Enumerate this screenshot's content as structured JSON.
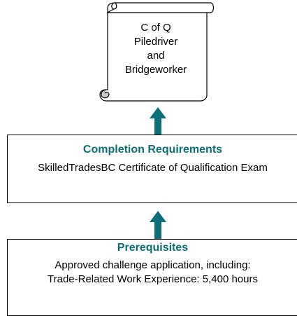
{
  "certificate": {
    "lines": [
      "C of Q",
      "Piledriver",
      "and",
      "Bridgeworker"
    ]
  },
  "completion": {
    "title": "Completion Requirements",
    "lines": [
      "SkilledTradesBC Certificate of Qualification Exam"
    ]
  },
  "prerequisites": {
    "title": "Prerequisites",
    "lines": [
      "Approved challenge application, including:",
      "Trade-Related Work Experience: 5,400 hours"
    ]
  },
  "colors": {
    "accent": "#0b6e78",
    "scroll_curl": "#c8c8c8"
  }
}
